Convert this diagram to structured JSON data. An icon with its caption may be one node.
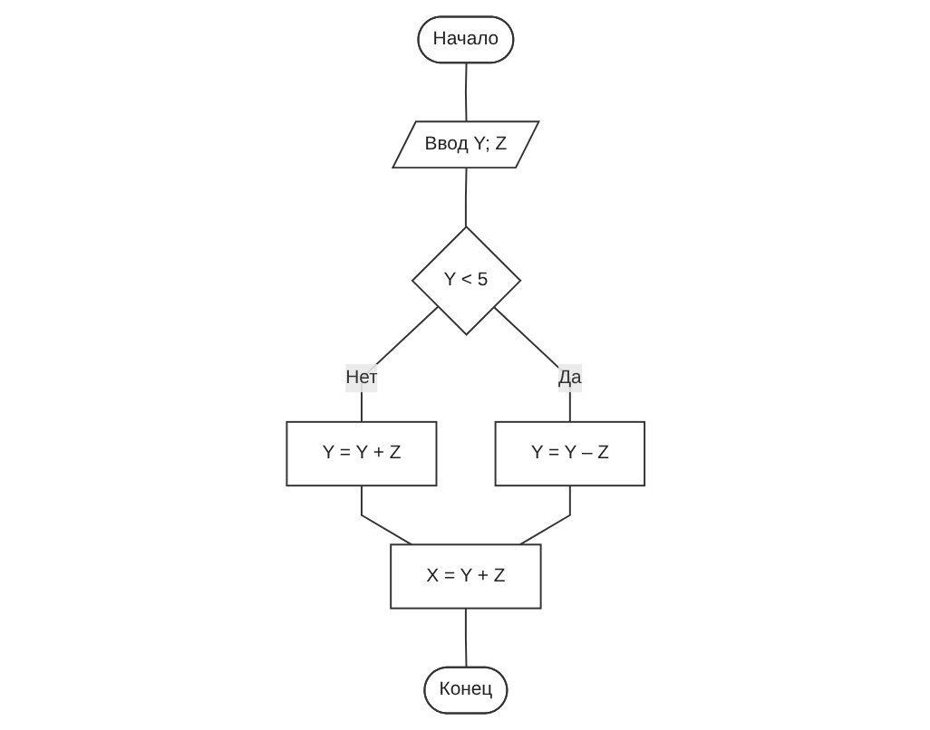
{
  "diagram": {
    "nodes": [
      {
        "text": [
          "Начало"
        ]
      },
      {
        "text": [
          "Ввод Y; Z"
        ]
      },
      {
        "text": [
          "Y < 5"
        ]
      },
      {
        "text": [
          "Y = Y + Z"
        ]
      },
      {
        "text": [
          "Y = Y – Z"
        ]
      },
      {
        "text": [
          "X = Y + Z"
        ]
      },
      {
        "text": [
          "Конец"
        ]
      }
    ],
    "edges": [
      {
        "from": 0,
        "to": 1,
        "arrow": "none"
      },
      {
        "from": 1,
        "to": 2,
        "arrow": "none"
      },
      {
        "from": 2,
        "to": 3,
        "label": "Нет",
        "arrow": "none"
      },
      {
        "from": 2,
        "to": 4,
        "label": "Да",
        "arrow": "none"
      },
      {
        "from": 3,
        "to": 5,
        "arrow": "none"
      },
      {
        "from": 4,
        "to": 5,
        "arrow": "none"
      },
      {
        "from": 5,
        "to": 6,
        "arrow": "none"
      }
    ]
  }
}
